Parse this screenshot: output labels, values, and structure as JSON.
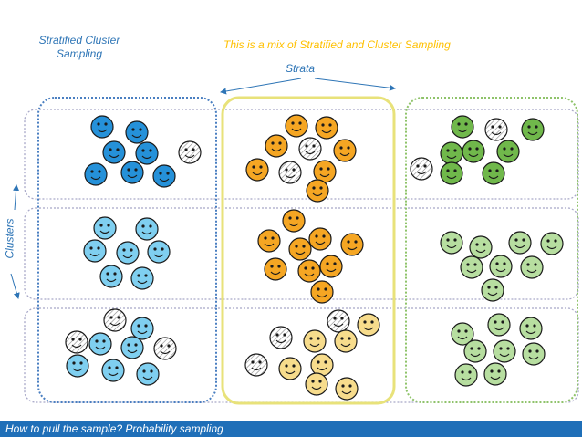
{
  "labels": {
    "stratified_cluster": "Stratified Cluster Sampling",
    "mix_note": "This is a mix of Stratified and Cluster Sampling",
    "strata": "Strata",
    "clusters": "Clusters",
    "footer": "How to pull the sample? Probability sampling"
  },
  "colors": {
    "blue_dark": "#2591d9",
    "blue_light": "#7fcff0",
    "orange": "#f5a623",
    "yellow_light": "#f7dc8c",
    "green": "#70b84b",
    "green_light": "#b7dea0",
    "dotted_blue": "#4a7fc1",
    "dotted_yellow": "#e8e27a",
    "dotted_green": "#8fc36a",
    "label_blue": "#2e75b6",
    "label_yellow": "#ffc000",
    "footer_bar": "#1f6fb8"
  },
  "strata": [
    {
      "name": "blue",
      "clusters": [
        {
          "faces": 8,
          "tone": "dark"
        },
        {
          "faces": 7,
          "tone": "light"
        },
        {
          "faces": 9,
          "tone": "light"
        }
      ]
    },
    {
      "name": "orange",
      "clusters": [
        {
          "faces": 9,
          "tone": "dark"
        },
        {
          "faces": 9,
          "tone": "dark"
        },
        {
          "faces": 10,
          "tone": "light"
        }
      ]
    },
    {
      "name": "green",
      "clusters": [
        {
          "faces": 9,
          "tone": "dark"
        },
        {
          "faces": 8,
          "tone": "light"
        },
        {
          "faces": 8,
          "tone": "light"
        }
      ]
    }
  ]
}
